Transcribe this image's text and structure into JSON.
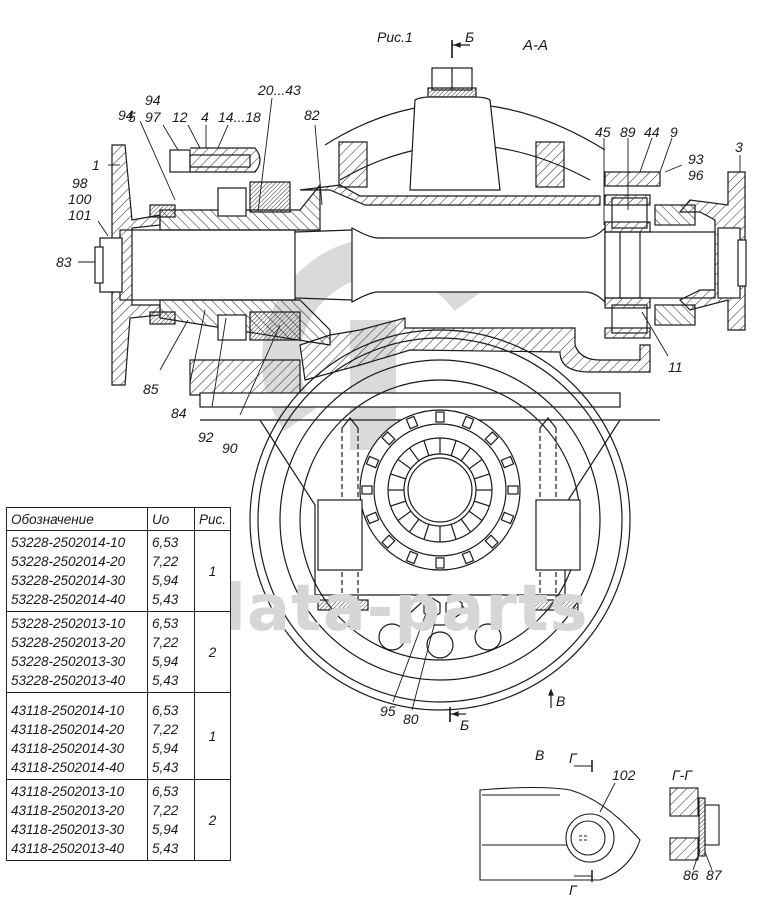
{
  "figure": {
    "caption": "Рис.1",
    "section_main": "А-А",
    "section_b_marker": "Б",
    "view_v_marker": "В",
    "view_v_title": "В",
    "section_g_marker": "Г",
    "section_gg_title": "Г-Г",
    "watermark": "data-parts"
  },
  "callouts": {
    "c1": "1",
    "c3": "3",
    "c4": "4",
    "c5": "5",
    "c9": "9",
    "c11": "11",
    "c12": "12",
    "c14_18": "14...18",
    "c20_43": "20...43",
    "c44": "44",
    "c45": "45",
    "c80": "80",
    "c82": "82",
    "c83": "83",
    "c84": "84",
    "c85": "85",
    "c86": "86",
    "c87": "87",
    "c89": "89",
    "c90": "90",
    "c92": "92",
    "c93": "93",
    "c94": "94",
    "c95": "95",
    "c96": "96",
    "c97": "97",
    "c98": "98",
    "c100": "100",
    "c101": "101",
    "c102": "102"
  },
  "spec_table": {
    "headers": {
      "designation": "Обозначение",
      "ratio": "Uo",
      "figure": "Рис."
    },
    "groups": [
      {
        "figure": "1",
        "rows": [
          {
            "designation": "53228-2502014-10",
            "ratio": "6,53"
          },
          {
            "designation": "53228-2502014-20",
            "ratio": "7,22"
          },
          {
            "designation": "53228-2502014-30",
            "ratio": "5,94"
          },
          {
            "designation": "53228-2502014-40",
            "ratio": "5,43"
          }
        ]
      },
      {
        "figure": "2",
        "rows": [
          {
            "designation": "53228-2502013-10",
            "ratio": "6,53"
          },
          {
            "designation": "53228-2502013-20",
            "ratio": "7,22"
          },
          {
            "designation": "53228-2502013-30",
            "ratio": "5,94"
          },
          {
            "designation": "53228-2502013-40",
            "ratio": "5,43"
          }
        ]
      },
      {
        "figure": "1",
        "rows": [
          {
            "designation": "43118-2502014-10",
            "ratio": "6,53"
          },
          {
            "designation": "43118-2502014-20",
            "ratio": "7,22"
          },
          {
            "designation": "43118-2502014-30",
            "ratio": "5,94"
          },
          {
            "designation": "43118-2502014-40",
            "ratio": "5,43"
          }
        ]
      },
      {
        "figure": "2",
        "rows": [
          {
            "designation": "43118-2502013-10",
            "ratio": "6,53"
          },
          {
            "designation": "43118-2502013-20",
            "ratio": "7,22"
          },
          {
            "designation": "43118-2502013-30",
            "ratio": "5,94"
          },
          {
            "designation": "43118-2502013-40",
            "ratio": "5,43"
          }
        ]
      }
    ]
  },
  "colors": {
    "line": "#1a1a1a",
    "watermark": "#d6d6d6",
    "hatch": "#333333"
  }
}
